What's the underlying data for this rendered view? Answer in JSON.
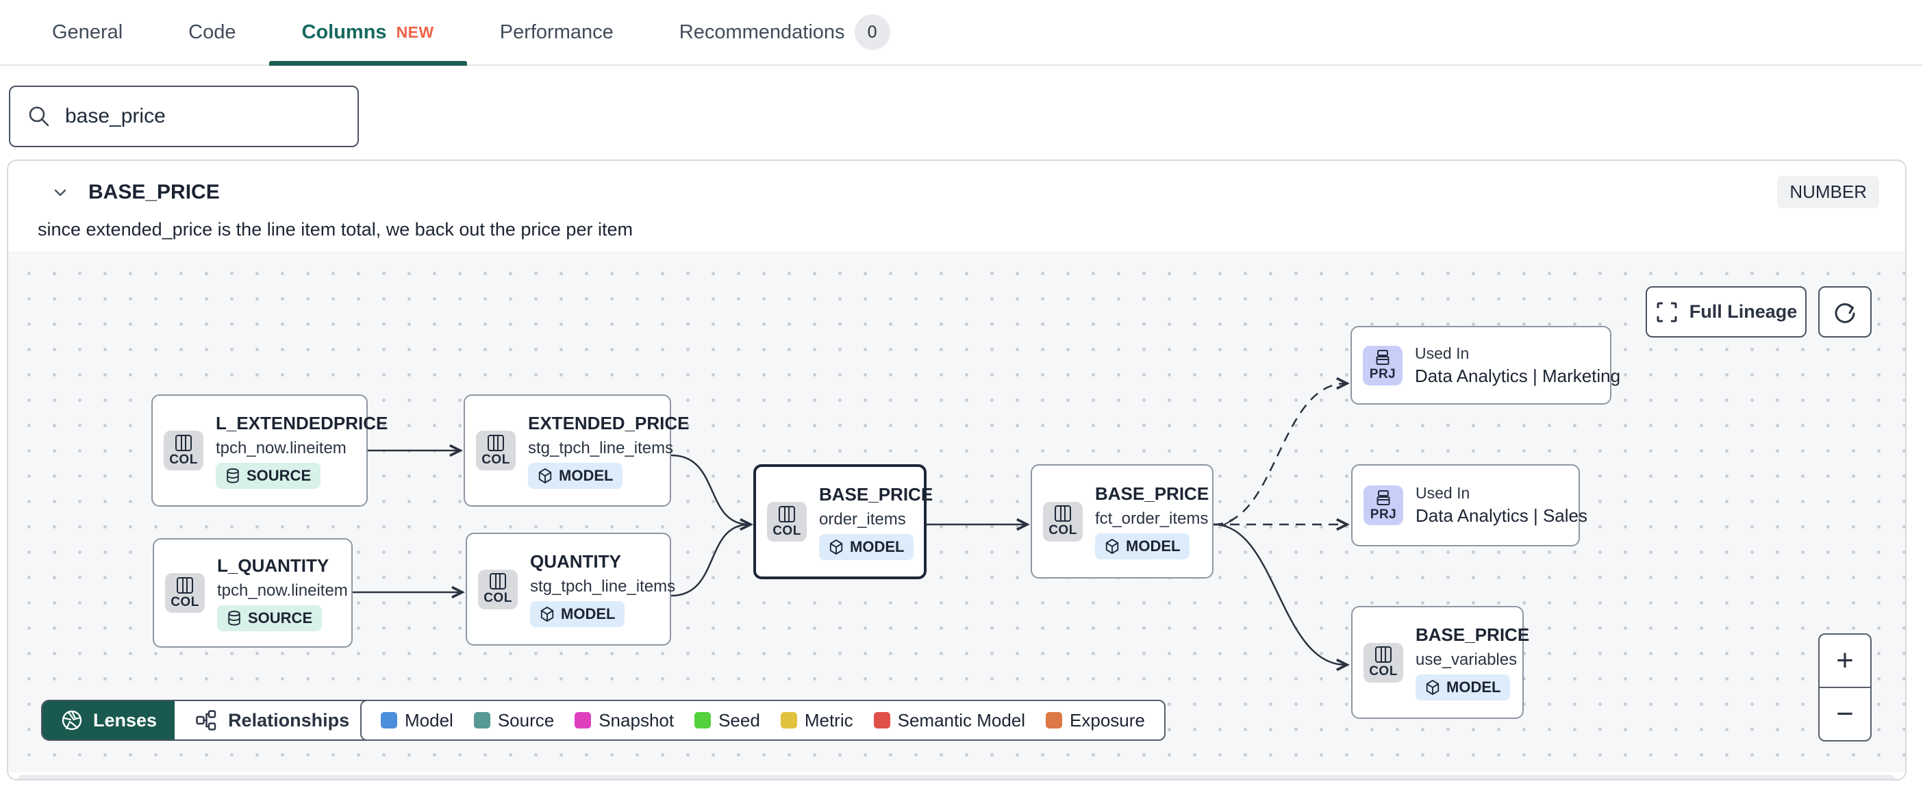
{
  "tabs": {
    "items": [
      {
        "label": "General"
      },
      {
        "label": "Code"
      },
      {
        "label": "Columns",
        "badge": "NEW"
      },
      {
        "label": "Performance"
      },
      {
        "label": "Recommendations",
        "count": "0"
      }
    ]
  },
  "search": {
    "value": "base_price"
  },
  "column_card": {
    "name": "BASE_PRICE",
    "type": "NUMBER",
    "description": "since extended_price is the line item total, we back out the price per item"
  },
  "lineage": {
    "controls": {
      "full_lineage": "Full Lineage",
      "lenses": "Lenses",
      "relationships": "Relationships",
      "zoom_in": "+",
      "zoom_out": "−"
    },
    "nodes": [
      {
        "title": "L_EXTENDEDPRICE",
        "subtitle": "tpch_now.lineitem",
        "chip": "COL",
        "badge": "SOURCE"
      },
      {
        "title": "EXTENDED_PRICE",
        "subtitle": "stg_tpch_line_items",
        "chip": "COL",
        "badge": "MODEL"
      },
      {
        "title": "L_QUANTITY",
        "subtitle": "tpch_now.lineitem",
        "chip": "COL",
        "badge": "SOURCE"
      },
      {
        "title": "QUANTITY",
        "subtitle": "stg_tpch_line_items",
        "chip": "COL",
        "badge": "MODEL"
      },
      {
        "title": "BASE_PRICE",
        "subtitle": "order_items",
        "chip": "COL",
        "badge": "MODEL"
      },
      {
        "title": "BASE_PRICE",
        "subtitle": "fct_order_items",
        "chip": "COL",
        "badge": "MODEL"
      },
      {
        "label": "Used In",
        "title": "Data Analytics | Marketing",
        "chip": "PRJ"
      },
      {
        "label": "Used In",
        "title": "Data Analytics | Sales",
        "chip": "PRJ"
      },
      {
        "title": "BASE_PRICE",
        "subtitle": "use_variables",
        "chip": "COL",
        "badge": "MODEL"
      }
    ],
    "legend": [
      {
        "label": "Model",
        "color": "#4b8edb"
      },
      {
        "label": "Source",
        "color": "#579a93"
      },
      {
        "label": "Snapshot",
        "color": "#df3fbf"
      },
      {
        "label": "Seed",
        "color": "#52d13c"
      },
      {
        "label": "Metric",
        "color": "#e1c23f"
      },
      {
        "label": "Semantic Model",
        "color": "#e0504a"
      },
      {
        "label": "Exposure",
        "color": "#dc7845"
      }
    ]
  },
  "colors": {
    "accent_teal": "#1d5e57",
    "edge": "#2a323f"
  }
}
